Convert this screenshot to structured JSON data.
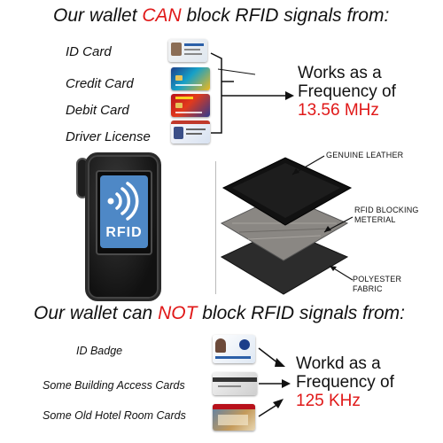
{
  "top": {
    "headline_pre": "Our wallet ",
    "headline_hl": "CAN",
    "headline_post": " block  RFID signals from:",
    "items": [
      "ID Card",
      "Credit Card",
      "Debit Card",
      "Driver License"
    ],
    "freq_line1": "Works as a",
    "freq_line2": "Frequency of",
    "freq_value": "13.56 MHz"
  },
  "wallet": {
    "badge_text": "RFID",
    "badge_icon": "wireless-signal-icon",
    "badge_color": "#4e88c6"
  },
  "layers": {
    "top": "GENUINE LEATHER",
    "middle_1": "RFID BLOCKING",
    "middle_2": "METERIAL",
    "bottom_1": "POLYESTER",
    "bottom_2": "FABRIC"
  },
  "bottom": {
    "headline_pre": "Our wallet can ",
    "headline_hl": "NOT",
    "headline_post": " block  RFID signals from:",
    "items": [
      "ID Badge",
      "Some Building Access Cards",
      "Some Old Hotel Room Cards"
    ],
    "freq_line1": "Workd as a",
    "freq_line2": "Frequency of",
    "freq_value": "125 KHz"
  },
  "colors": {
    "highlight": "#e01818",
    "text": "#111111"
  }
}
